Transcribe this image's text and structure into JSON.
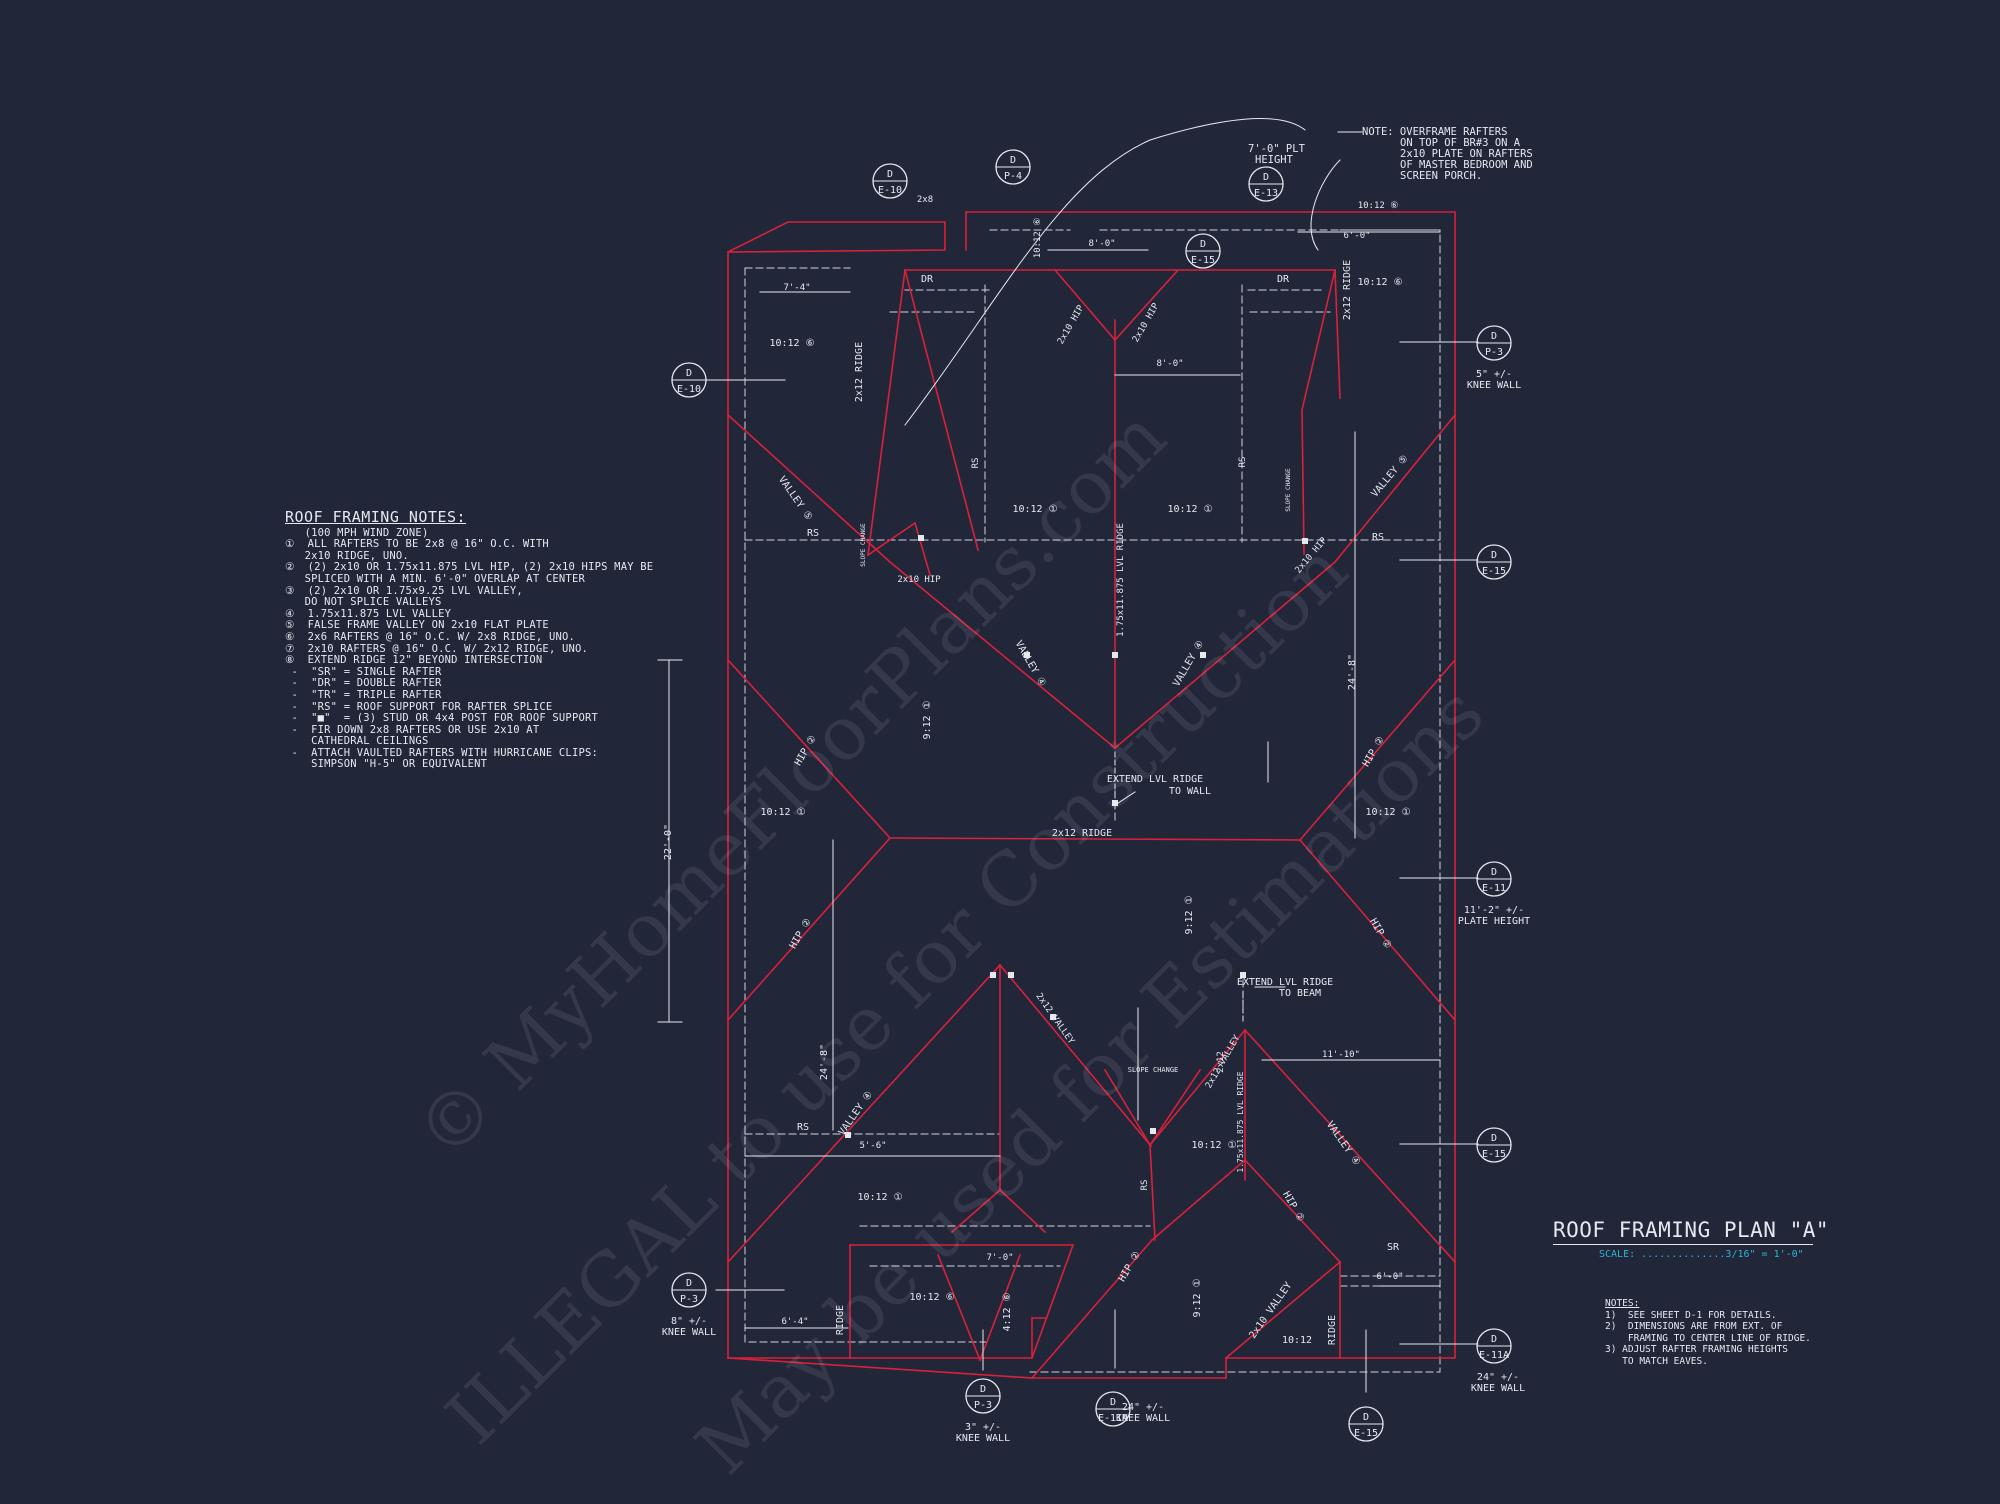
{
  "colors": {
    "background": "#222639",
    "wall": "#d8213a",
    "line": "#e6e8f0",
    "scale": "#29b6d6"
  },
  "notes": {
    "header": "ROOF FRAMING NOTES:",
    "items": [
      "   (100 MPH WIND ZONE)",
      "①  ALL RAFTERS TO BE 2x8 @ 16\" O.C. WITH",
      "   2x10 RIDGE, UNO.",
      "②  (2) 2x10 OR 1.75x11.875 LVL HIP, (2) 2x10 HIPS MAY BE",
      "   SPLICED WITH A MIN. 6'-0\" OVERLAP AT CENTER",
      "③  (2) 2x10 OR 1.75x9.25 LVL VALLEY,",
      "   DO NOT SPLICE VALLEYS",
      "④  1.75x11.875 LVL VALLEY",
      "⑤  FALSE FRAME VALLEY ON 2x10 FLAT PLATE",
      "⑥  2x6 RAFTERS @ 16\" O.C. W/ 2x8 RIDGE, UNO.",
      "⑦  2x10 RAFTERS @ 16\" O.C. W/ 2x12 RIDGE, UNO.",
      "⑧  EXTEND RIDGE 12\" BEYOND INTERSECTION",
      " -  \"SR\" = SINGLE RAFTER",
      " -  \"DR\" = DOUBLE RAFTER",
      " -  \"TR\" = TRIPLE RAFTER",
      " -  \"RS\" = ROOF SUPPORT FOR RAFTER SPLICE",
      " -  \"■\"  = (3) STUD OR 4x4 POST FOR ROOF SUPPORT",
      " -  FIR DOWN 2x8 RAFTERS OR USE 2x10 AT",
      "    CATHEDRAL CEILINGS",
      " -  ATTACH VAULTED RAFTERS WITH HURRICANE CLIPS:",
      "    SIMPSON \"H-5\" OR EQUIVALENT"
    ]
  },
  "top_note": [
    "NOTE: OVERFRAME RAFTERS",
    "ON TOP OF BR#3 ON A",
    "2x10 PLATE ON RAFTERS",
    "OF MASTER BEDROOM AND",
    "SCREEN PORCH."
  ],
  "plate_note": [
    "7'-0\" PLT",
    "HEIGHT"
  ],
  "title": {
    "name": "ROOF FRAMING PLAN \"A\"",
    "scale": "SCALE: ..............3/16\" = 1'-0\""
  },
  "general_notes": {
    "header": "NOTES:",
    "items": [
      "1)  SEE SHEET D-1 FOR DETAILS.",
      "2)  DIMENSIONS ARE FROM EXT. OF",
      "    FRAMING TO CENTER LINE OF RIDGE.",
      "3) ADJUST RAFTER FRAMING HEIGHTS",
      "   TO MATCH EAVES."
    ]
  },
  "watermark": {
    "line1": "© MyHomeFloorPlans.com",
    "line2": "ILLEGAL to use for Construction",
    "line3": "May be used for Estimations"
  },
  "callouts": [
    {
      "top": "D",
      "bottom": "E-10",
      "label": ""
    },
    {
      "top": "D",
      "bottom": "P-4",
      "label": ""
    },
    {
      "top": "D",
      "bottom": "E-13",
      "label": ""
    },
    {
      "top": "D",
      "bottom": "E-15",
      "label": ""
    },
    {
      "top": "D",
      "bottom": "E-10",
      "label": ""
    },
    {
      "top": "D",
      "bottom": "P-3",
      "label": "5\" +/-|KNEE WALL"
    },
    {
      "top": "D",
      "bottom": "E-15",
      "label": ""
    },
    {
      "top": "D",
      "bottom": "E-11",
      "label": "11'-2\" +/-|PLATE HEIGHT"
    },
    {
      "top": "D",
      "bottom": "E-15",
      "label": ""
    },
    {
      "top": "D",
      "bottom": "E-11A",
      "label": "24\" +/-|KNEE WALL"
    },
    {
      "top": "D",
      "bottom": "P-3",
      "label": "8\" +/-|KNEE WALL"
    },
    {
      "top": "D",
      "bottom": "P-3",
      "label": "3\" +/-|KNEE WALL"
    },
    {
      "top": "D",
      "bottom": "E-11A",
      "label": "24\" +/-|KNEE WALL"
    },
    {
      "top": "D",
      "bottom": "E-15",
      "label": ""
    }
  ],
  "labels": [
    {
      "t": "2x8"
    },
    {
      "t": "DR"
    },
    {
      "t": "DR"
    },
    {
      "t": "8'-0\""
    },
    {
      "t": "8'-0\""
    },
    {
      "t": "6'-0\""
    },
    {
      "t": "7'-4\""
    },
    {
      "t": "10:12 ⑥"
    },
    {
      "t": "10:12 ⑥"
    },
    {
      "t": "10:12 ⑥"
    },
    {
      "t": "10:12 ⑥"
    },
    {
      "t": "2x12 RIDGE"
    },
    {
      "t": "2x12 RIDGE"
    },
    {
      "t": "2x10 HIP"
    },
    {
      "t": "2x10 HIP"
    },
    {
      "t": "2x10 HIP"
    },
    {
      "t": "2x10 HIP"
    },
    {
      "t": "VALLEY ⑤"
    },
    {
      "t": "VALLEY ⑤"
    },
    {
      "t": "RS"
    },
    {
      "t": "RS"
    },
    {
      "t": "RS"
    },
    {
      "t": "RS"
    },
    {
      "t": "RS"
    },
    {
      "t": "RS"
    },
    {
      "t": "10:12 ①"
    },
    {
      "t": "10:12 ①"
    },
    {
      "t": "10:12 ①"
    },
    {
      "t": "10:12 ①"
    },
    {
      "t": "10:12 ①"
    },
    {
      "t": "10:12 ①"
    },
    {
      "t": "1.75x11.875 LVL RIDGE"
    },
    {
      "t": "1.75x11.875 LVL RIDGE"
    },
    {
      "t": "VALLEY ④"
    },
    {
      "t": "VALLEY ④"
    },
    {
      "t": "VALLEY ④"
    },
    {
      "t": "VALLEY ④"
    },
    {
      "t": "9:12 ①"
    },
    {
      "t": "9:12 ①"
    },
    {
      "t": "9:12 ①"
    },
    {
      "t": "EXTEND LVL RIDGE"
    },
    {
      "t": "TO WALL"
    },
    {
      "t": "EXTEND LVL RIDGE"
    },
    {
      "t": "TO BEAM"
    },
    {
      "t": "2x12 RIDGE"
    },
    {
      "t": "HIP ②"
    },
    {
      "t": "HIP ②"
    },
    {
      "t": "HIP ②"
    },
    {
      "t": "HIP ②"
    },
    {
      "t": "HIP ②"
    },
    {
      "t": "HIP ②"
    },
    {
      "t": "22'-0\""
    },
    {
      "t": "24'-8\""
    },
    {
      "t": "24'-8\""
    },
    {
      "t": "11'-10\""
    },
    {
      "t": "5'-6\""
    },
    {
      "t": "7'-0\""
    },
    {
      "t": "6'-4\""
    },
    {
      "t": "6'-0\""
    },
    {
      "t": "2x12 VALLEY"
    },
    {
      "t": "2x12 VALLEY"
    },
    {
      "t": "SLOPE CHANGE"
    },
    {
      "t": "SLOPE CHANGE"
    },
    {
      "t": "SLOPE CHANGE"
    },
    {
      "t": "SR"
    },
    {
      "t": "4:12 ⑥"
    },
    {
      "t": "10:12 ⑥"
    },
    {
      "t": "2x10 VALLEY"
    },
    {
      "t": "RIDGE"
    },
    {
      "t": "RIDGE"
    },
    {
      "t": "10:12"
    },
    {
      "t": "2x12"
    }
  ]
}
